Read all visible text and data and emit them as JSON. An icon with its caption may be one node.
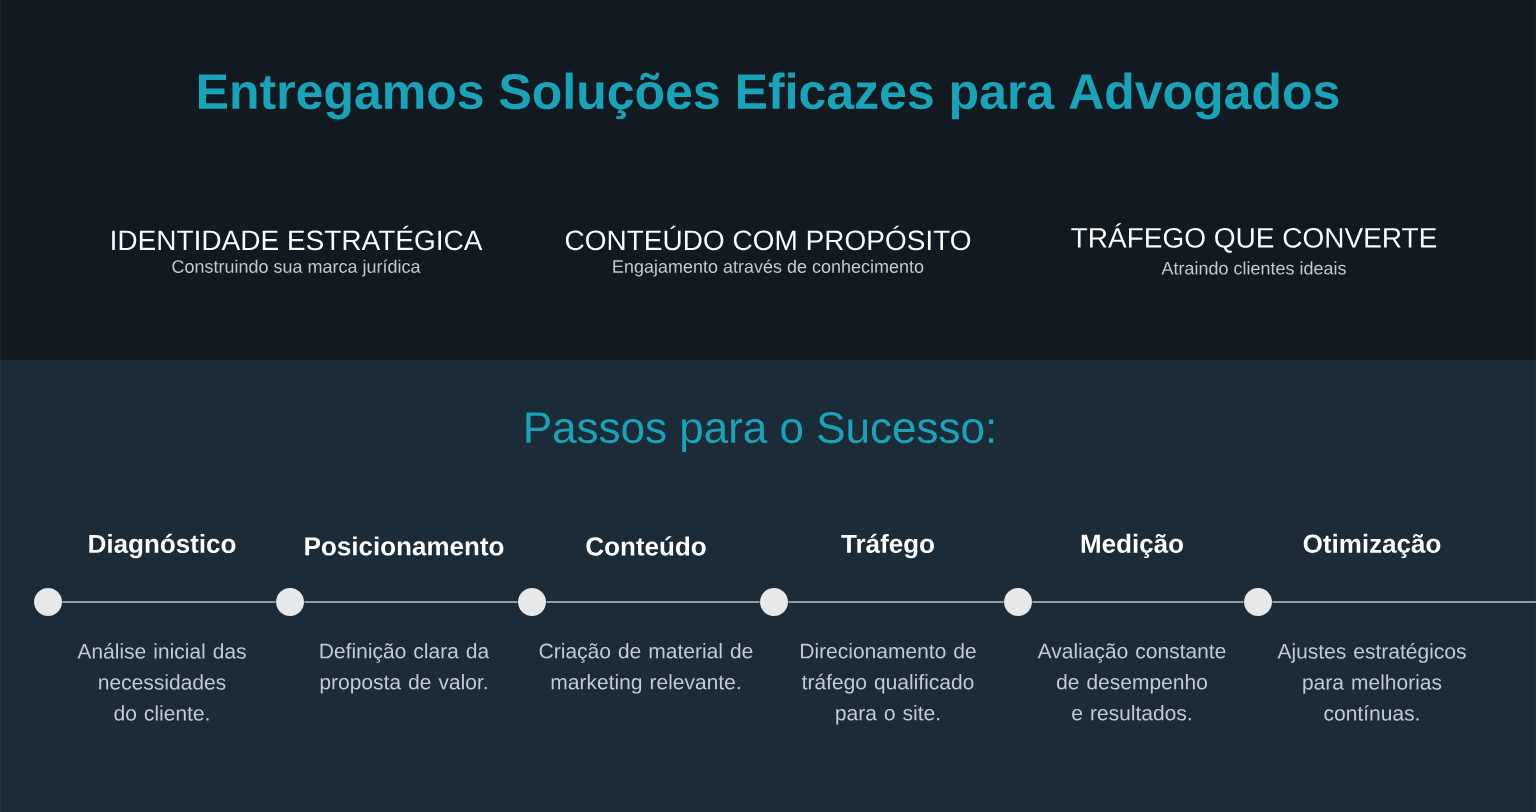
{
  "diagram": {
    "title": "Entregamos Soluções Eficazes para Advogados",
    "nodes": [
      {
        "text": [
          "Diagnóstico",
          "Análise inicial das necessidades do cliente."
        ]
      },
      {
        "text": [
          "Posicionamento",
          "Definição clara da proposta de valor."
        ]
      },
      {
        "text": [
          "Conteúdo",
          "Criação de material de marketing relevante."
        ]
      },
      {
        "text": [
          "Tráfego",
          "Direcionamento de tráfego qualificado para o site."
        ]
      },
      {
        "text": [
          "Medição",
          "Avaliação constante de desempenho e resultados."
        ]
      },
      {
        "text": [
          "Otimização",
          "Ajustes estratégicos para melhorias contínuas."
        ]
      }
    ],
    "edges": [
      {
        "from": 0,
        "to": 1,
        "arrow": "none"
      },
      {
        "from": 1,
        "to": 2,
        "arrow": "none"
      },
      {
        "from": 2,
        "to": 3,
        "arrow": "none"
      },
      {
        "from": 3,
        "to": 4,
        "arrow": "none"
      },
      {
        "from": 4,
        "to": 5,
        "arrow": "none"
      },
      {
        "from": 5,
        "to": null,
        "arrow": "none"
      }
    ],
    "labels": [
      "IDENTIDADE ESTRATÉGICA",
      "Construindo sua marca jurídica",
      "CONTEÚDO COM PROPÓSITO",
      "Engajamento através de conhecimento",
      "TRÁFEGO QUE CONVERTE",
      "Atraindo clientes ideais",
      "Passos para o Sucesso:"
    ]
  }
}
